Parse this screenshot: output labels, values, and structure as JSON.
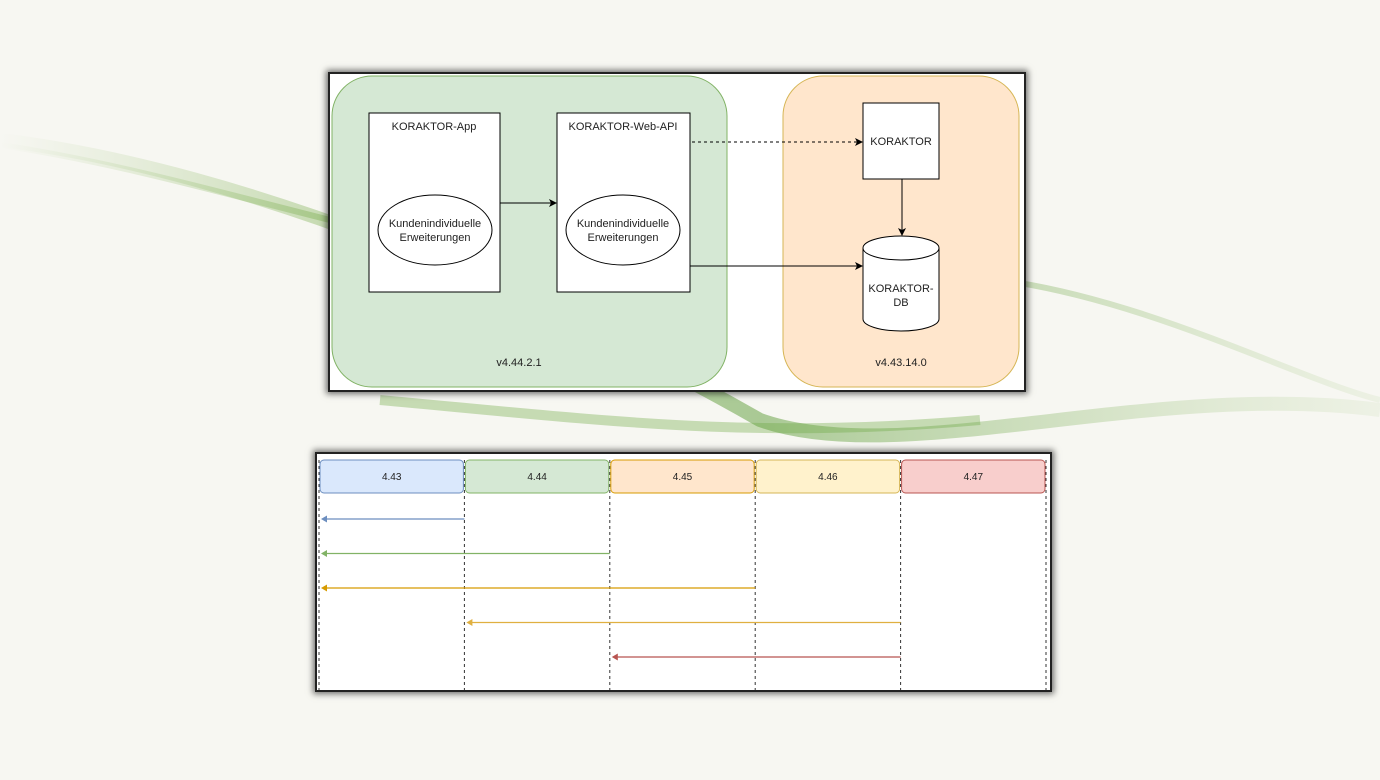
{
  "architecture": {
    "client_group": {
      "version": "v4.44.2.1",
      "color": "#d5e8d4",
      "border": "#82b366"
    },
    "server_group": {
      "version": "v4.43.14.0",
      "color": "#ffe6cc",
      "border": "#d6b656"
    },
    "app_box": {
      "title": "KORAKTOR-App",
      "ellipse_line1": "Kundenindividuelle",
      "ellipse_line2": "Erweiterungen"
    },
    "webapi_box": {
      "title": "KORAKTOR-Web-API",
      "ellipse_line1": "Kundenindividuelle",
      "ellipse_line2": "Erweiterungen"
    },
    "server_box": {
      "title": "KORAKTOR"
    },
    "database": {
      "line1": "KORAKTOR-",
      "line2": "DB"
    }
  },
  "compatibility": {
    "versions": [
      {
        "label": "4.43",
        "fill": "#dae8fc",
        "stroke": "#6c8ebf"
      },
      {
        "label": "4.44",
        "fill": "#d5e8d4",
        "stroke": "#82b366"
      },
      {
        "label": "4.45",
        "fill": "#ffe6cc",
        "stroke": "#d79b00"
      },
      {
        "label": "4.46",
        "fill": "#fff2cc",
        "stroke": "#d6b656"
      },
      {
        "label": "4.47",
        "fill": "#f8cecc",
        "stroke": "#b85450"
      }
    ],
    "arrows": [
      {
        "from": "4.44",
        "to": "4.43",
        "color": "#6c8ebf"
      },
      {
        "from": "4.45",
        "to": "4.43",
        "color": "#82b366"
      },
      {
        "from": "4.46",
        "to": "4.43",
        "color": "#d79b00"
      },
      {
        "from": "4.47",
        "to": "4.44",
        "color": "#e0b040"
      },
      {
        "from": "4.47",
        "to": "4.45",
        "color": "#b85450"
      }
    ]
  }
}
